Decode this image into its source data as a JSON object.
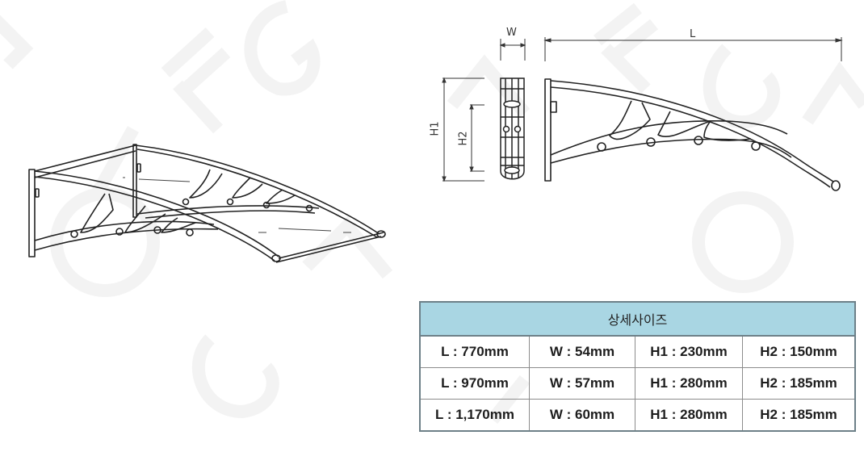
{
  "watermark": {
    "text": "AFG",
    "color": "#f4f4f4"
  },
  "perspective_view": {
    "description": "awning canopy perspective drawing"
  },
  "side_views": {
    "bracket_front": {
      "width_label": "W",
      "h1_label": "H1",
      "h2_label": "H2"
    },
    "bracket_side": {
      "length_label": "L"
    }
  },
  "spec_table": {
    "title": "상세사이즈",
    "header_color": "#a9d6e3",
    "rows": [
      [
        "L : 770mm",
        "W : 54mm",
        "H1 : 230mm",
        "H2 : 150mm"
      ],
      [
        "L : 970mm",
        "W : 57mm",
        "H1 : 280mm",
        "H2 : 185mm"
      ],
      [
        "L : 1,170mm",
        "W : 60mm",
        "H1 : 280mm",
        "H2 : 185mm"
      ]
    ]
  }
}
